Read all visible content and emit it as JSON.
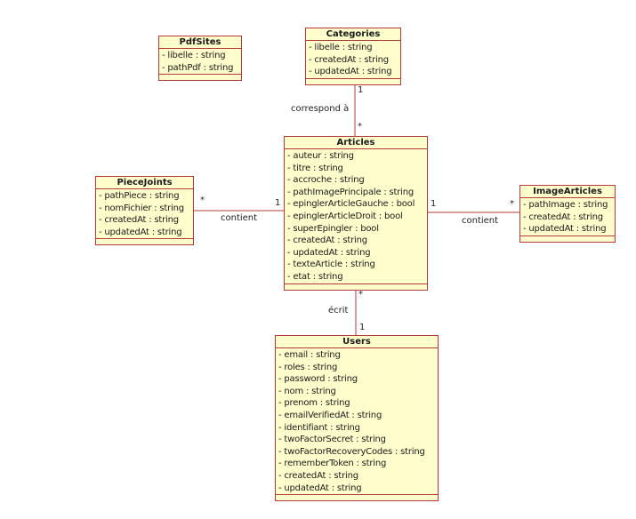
{
  "diagram": {
    "type": "UML class diagram",
    "classes": {
      "pdfsites": {
        "name": "PdfSites",
        "attributes": [
          "- libelle : string",
          "- pathPdf : string"
        ]
      },
      "categories": {
        "name": "Categories",
        "attributes": [
          "- libelle : string",
          "- createdAt : string",
          "- updatedAt : string"
        ]
      },
      "articles": {
        "name": "Articles",
        "attributes": [
          "- auteur : string",
          "- titre : string",
          "- accroche : string",
          "- pathImagePrincipale : string",
          "- epinglerArticleGauche : bool",
          "- epinglerArticleDroit : bool",
          "- superEpingler : bool",
          "- createdAt : string",
          "- updatedAt : string",
          "- texteArticle : string",
          "- etat : string"
        ]
      },
      "piecejoints": {
        "name": "PieceJoints",
        "attributes": [
          "- pathPiece : string",
          "- nomFichier : string",
          "- createdAt : string",
          "- updatedAt : string"
        ]
      },
      "imagearticles": {
        "name": "ImageArticles",
        "attributes": [
          "- pathImage : string",
          "- createdAt : string",
          "- updatedAt : string"
        ]
      },
      "users": {
        "name": "Users",
        "attributes": [
          "- email : string",
          "- roles : string",
          "- password : string",
          "- nom : string",
          "- prenom : string",
          "- emailVerifiedAt : string",
          "- identifiant : string",
          "- twoFactorSecret : string",
          "- twoFactorRecoveryCodes : string",
          "- rememberToken : string",
          "- createdAt : string",
          "- updatedAt : string"
        ]
      }
    },
    "associations": {
      "categories_articles": {
        "label": "correspond à",
        "from_mult": "1",
        "to_mult": "*"
      },
      "piecejoints_articles": {
        "label": "contient",
        "from_mult": "*",
        "to_mult": "1"
      },
      "articles_imagearticles": {
        "label": "contient",
        "from_mult": "1",
        "to_mult": "*"
      },
      "articles_users": {
        "label": "écrit",
        "from_mult": "*",
        "to_mult": "1"
      }
    },
    "colors": {
      "fill": "#fefecd",
      "border": "#b5383a"
    }
  }
}
